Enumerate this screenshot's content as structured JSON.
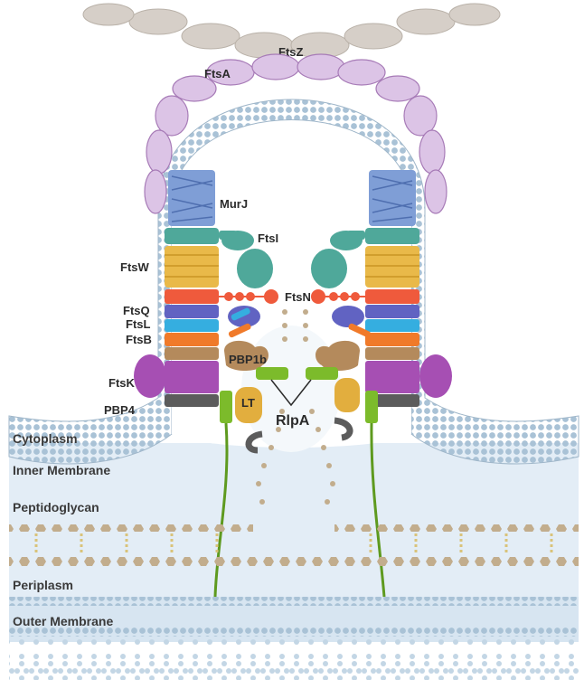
{
  "regions": {
    "cytoplasm": "Cytoplasm",
    "inner_membrane": "Inner Membrane",
    "peptidoglycan": "Peptidoglycan",
    "periplasm": "Periplasm",
    "outer_membrane": "Outer Membrane"
  },
  "proteins": {
    "ftsz": "FtsZ",
    "ftsa": "FtsA",
    "murj": "MurJ",
    "ftsi": "FtsI",
    "ftsw": "FtsW",
    "ftsn": "FtsN",
    "ftsq": "FtsQ",
    "ftsl": "FtsL",
    "ftsb": "FtsB",
    "pbp1b": "PBP1b",
    "ftsk": "FtsK",
    "lt": "LT",
    "rlpa": "RlpA",
    "pbp4": "PBP4"
  },
  "colors": {
    "ftsz": "#d6cfc8",
    "ftsa": "#dcc4e6",
    "murj": "#7f9ed6",
    "ftsi": "#4fa89a",
    "ftsw": "#e9b949",
    "ftsn": "#ef5a3c",
    "ftsq": "#6163c2",
    "ftsl": "#35aee0",
    "ftsb": "#f07a2a",
    "pbp1b": "#b48a5c",
    "ftsk": "#a64fb3",
    "lt": "#e2ae3e",
    "rlpa": "#7cbb2b",
    "pbp4": "#5c5c5c",
    "membrane": "#a9c2d6",
    "cytoplasm": "#e6eef6",
    "peptidoglycan": "#c2ad8d"
  }
}
